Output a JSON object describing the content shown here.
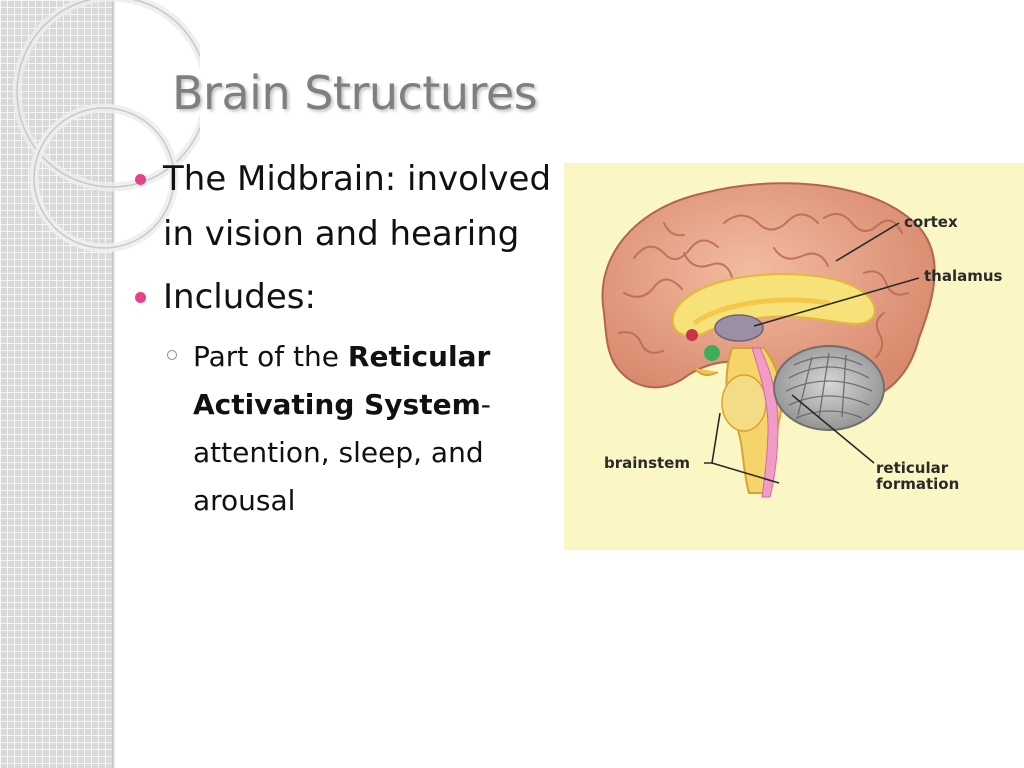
{
  "slide": {
    "title": "Brain Structures",
    "bullets": [
      {
        "text": "The Midbrain: involved in vision and hearing"
      },
      {
        "text": "Includes:"
      }
    ],
    "sub_bullet": {
      "prefix": "Part of the ",
      "bold": "Reticular Activating System",
      "suffix": "- attention, sleep, and arousal"
    }
  },
  "figure": {
    "labels": {
      "cortex": "cortex",
      "thalamus": "thalamus",
      "brainstem": "brainstem",
      "reticular_line1": "reticular",
      "reticular_line2": "formation"
    }
  },
  "colors": {
    "title": "#7f7f7f",
    "bullet_dot": "#e8418b",
    "figure_background": "#fbf7c5",
    "cortex": "#e9a48a"
  }
}
